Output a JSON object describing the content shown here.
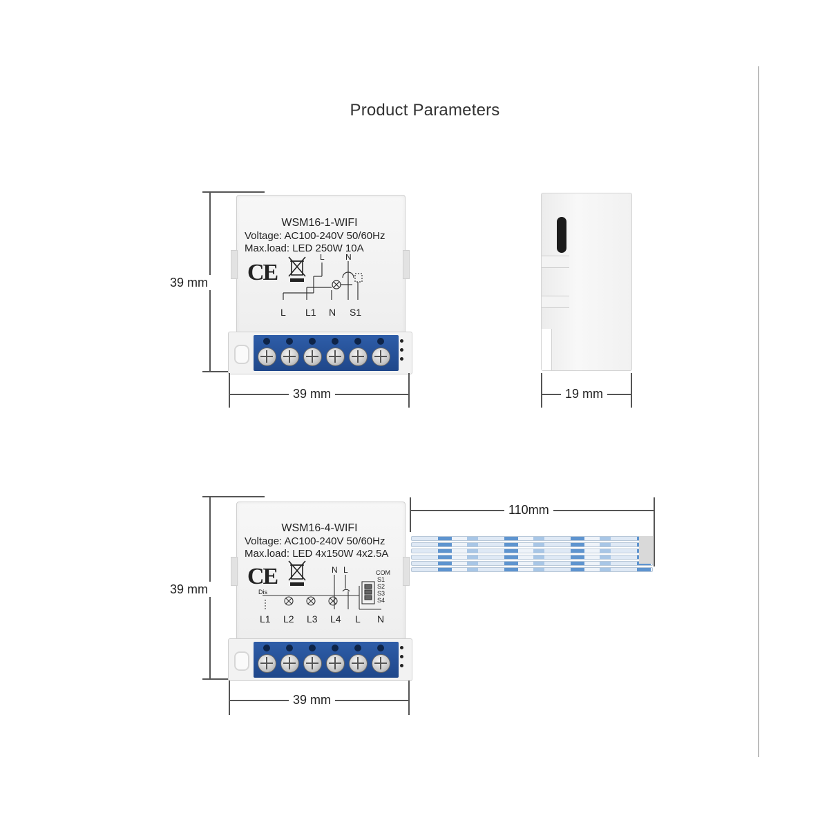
{
  "title": "Product Parameters",
  "module1": {
    "model": "WSM16-1-WIFI",
    "voltage": "Voltage: AC100-240V 50/60Hz",
    "max_load": "Max.load: LED 250W 10A",
    "ce_mark": "CE",
    "diagram_top_labels": [
      "L",
      "N"
    ],
    "terminal_labels": [
      "L",
      "L1",
      "N",
      "S1"
    ],
    "height": "39 mm",
    "width": "39 mm"
  },
  "side_view": {
    "depth": "19 mm"
  },
  "module4": {
    "model": "WSM16-4-WIFI",
    "voltage": "Voltage: AC100-240V 50/60Hz",
    "max_load": "Max.load: LED 4x150W 4x2.5A",
    "ce_mark": "CE",
    "diagram_top_labels": [
      "N",
      "L"
    ],
    "switch_labels": [
      "COM",
      "S1",
      "S2",
      "S3",
      "S4"
    ],
    "dis_label": "Dis",
    "terminal_labels": [
      "L1",
      "L2",
      "L3",
      "L4",
      "L",
      "N"
    ],
    "height": "39 mm",
    "width": "39 mm",
    "cable_length": "110mm"
  },
  "icons": [
    "ce-mark-icon",
    "weee-bin-icon",
    "lamp-icon",
    "screw-terminal-icon"
  ]
}
